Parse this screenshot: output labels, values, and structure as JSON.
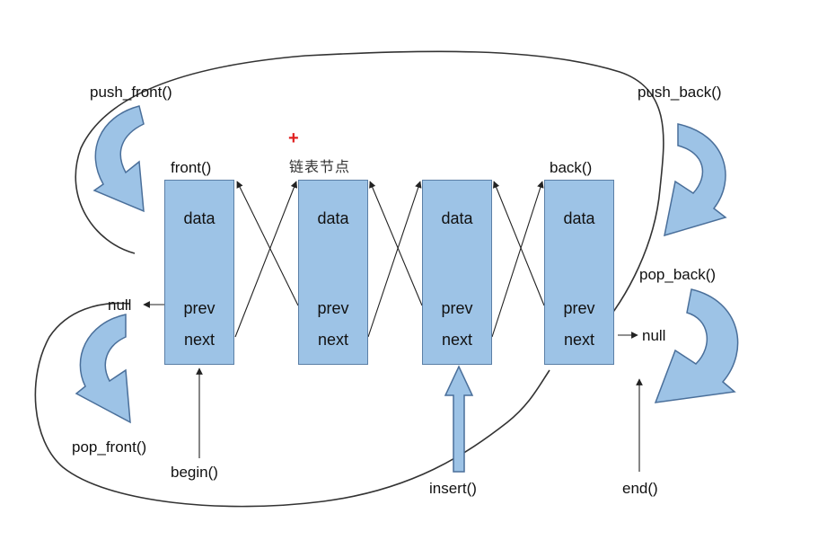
{
  "nodes": [
    {
      "data": "data",
      "prev": "prev",
      "next": "next"
    },
    {
      "data": "data",
      "prev": "prev",
      "next": "next"
    },
    {
      "data": "data",
      "prev": "prev",
      "next": "next"
    },
    {
      "data": "data",
      "prev": "prev",
      "next": "next"
    }
  ],
  "labels": {
    "push_front": "push_front()",
    "pop_front": "pop_front()",
    "push_back": "push_back()",
    "pop_back": "pop_back()",
    "front": "front()",
    "back": "back()",
    "node_caption": "链表节点",
    "null_left": "null",
    "null_right": "null",
    "begin": "begin()",
    "insert": "insert()",
    "end": "end()"
  },
  "annotation": {
    "plus_mark": "+"
  },
  "colors": {
    "node_fill": "#9dc3e6",
    "node_border": "#5b7fa6",
    "curved_arrow_fill": "#9dc3e6",
    "curved_arrow_stroke": "#4a6f9a",
    "line": "#222222",
    "accent_plus": "#e02020"
  }
}
